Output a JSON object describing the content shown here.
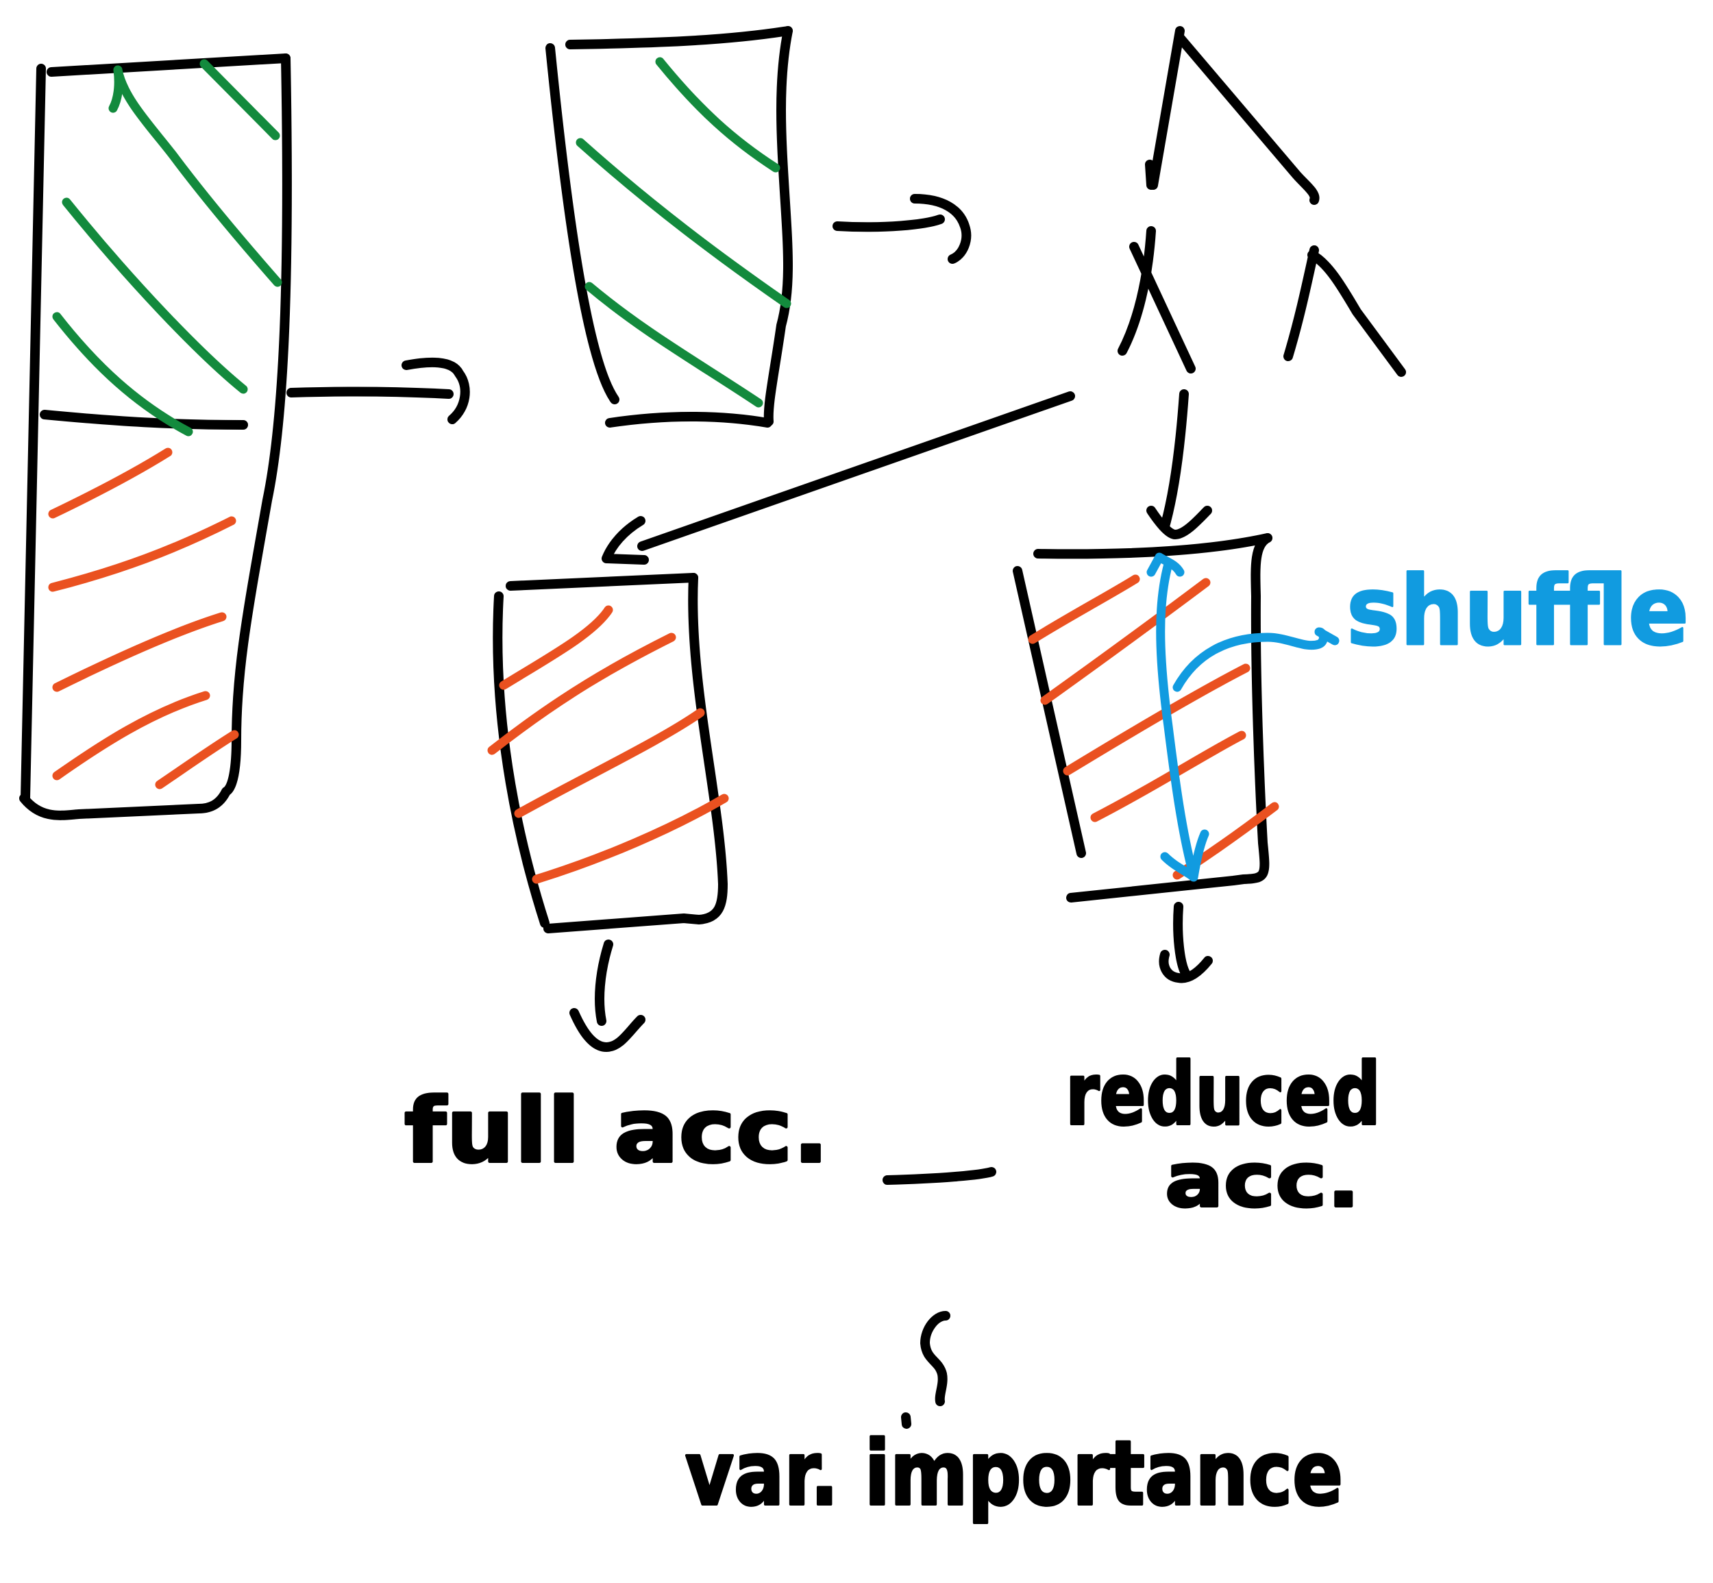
{
  "labels": {
    "full_acc": "full acc.",
    "minus": "—",
    "reduced_acc_line1": "reduced",
    "reduced_acc_line2": "acc.",
    "shuffle": "shuffle",
    "var_importance": "var. importance"
  },
  "colors": {
    "ink": "#000000",
    "training_data": "#138a3d",
    "test_data": "#ea5120",
    "shuffle": "#119be0"
  }
}
